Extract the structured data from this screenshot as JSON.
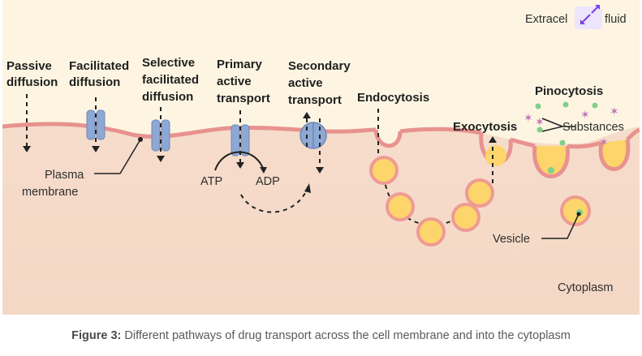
{
  "labels": {
    "extracellular": "Extracel",
    "extracellular_tail": "fluid",
    "passive_1": "Passive",
    "passive_2": "diffusion",
    "facilitated_1": "Facilitated",
    "facilitated_2": "diffusion",
    "selective_1": "Selective",
    "selective_2": "facilitated",
    "selective_3": "diffusion",
    "primary_1": "Primary",
    "primary_2": "active",
    "primary_3": "transport",
    "secondary_1": "Secondary",
    "secondary_2": "active",
    "secondary_3": "transport",
    "endocytosis": "Endocytosis",
    "exocytosis": "Exocytosis",
    "pinocytosis": "Pinocytosis",
    "substances": "Substances",
    "plasma_1": "Plasma",
    "plasma_2": "membrane",
    "atp": "ATP",
    "adp": "ADP",
    "vesicle": "Vesicle",
    "cytoplasm": "Cytoplasm"
  },
  "caption": {
    "label": "Figure 3:",
    "text": " Different pathways of drug transport across the cell membrane and into the cytoplasm"
  },
  "colors": {
    "extracellular": "#fdf6e3",
    "cytoplasm": "#f5dccb",
    "membrane": "#e8928f",
    "protein": "#8ea8d4",
    "vesicle_fill": "#fdd56a",
    "vesicle_ring": "#ee9b94",
    "green_particle": "#7fd08a",
    "purple_particle": "#c06fb5",
    "expand_icon": "#7b3fe4"
  },
  "icons": [
    "expand-icon"
  ]
}
